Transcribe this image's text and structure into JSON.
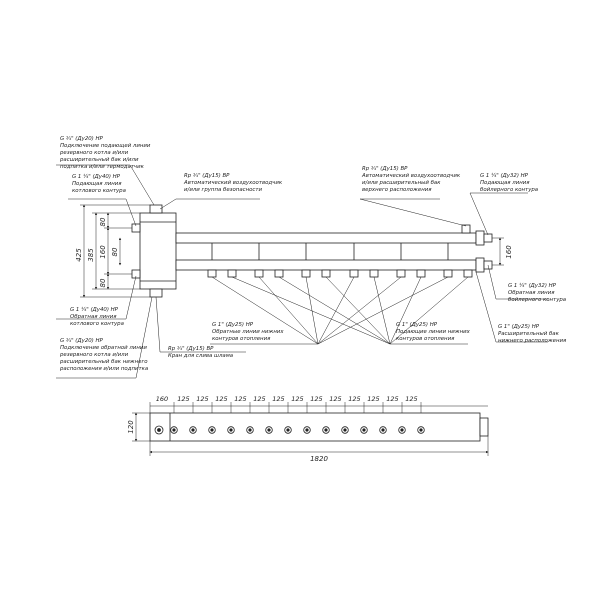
{
  "colors": {
    "ink": "#222222",
    "paper": "#ffffff"
  },
  "labels": {
    "l1": [
      "G ¾\" (Ду20) НР",
      "Подключение подающей линии",
      "резервного котла и/или",
      "расширительный бак и/или",
      "подпитка и/или термодатчик"
    ],
    "l2": [
      "G 1 ¼\" (Ду40) НР",
      "Подающая линия",
      "котлового контура"
    ],
    "l3": [
      "Rp ¾\" (Ду15) ВР",
      "Автоматический воздухоотводчик",
      "и/или группа безопасности"
    ],
    "l4": [
      "Rp ¾\" (Ду15) ВР",
      "Автоматический воздухоотводчик",
      "и/или расширительный бак",
      "верхнего расположения"
    ],
    "l5": [
      "G 1 ¼\" (Ду32) НР",
      "Подающая линия",
      "бойлерного контура"
    ],
    "l6": [
      "G 1 ¼\" (Ду40) НР",
      "Обратная линия",
      "котлового контура"
    ],
    "l7": [
      "G ¾\" (Ду20) НР",
      "Подключение обратной линии",
      "резервного котла и/или",
      "расширительный бак нижнего",
      "расположения и/или подпитка"
    ],
    "l8": [
      "Rp ¾\" (Ду15) ВР",
      "Кран для слива шлама"
    ],
    "l9": [
      "G 1\" (Ду25) НР",
      "Обратные линии нижних",
      "контуров отопления"
    ],
    "l10": [
      "G 1\" (Ду25) НР",
      "Подающие линии нижних",
      "контуров отопления"
    ],
    "l11": [
      "G 1 ¼\" (Ду32) НР",
      "Обратная линия",
      "бойлерного контура"
    ],
    "l12": [
      "G 1\" (Ду25) НР",
      "Расширительный бак",
      "нижнего расположения"
    ]
  },
  "dims": {
    "d425": "425",
    "d385": "385",
    "d80a": "80",
    "d160a": "160",
    "d80b": "80",
    "d80c": "80",
    "d160r": "160",
    "top_dims": [
      "160",
      "125",
      "125",
      "125",
      "125",
      "125",
      "125",
      "125",
      "125",
      "125",
      "125",
      "125",
      "125",
      "125"
    ],
    "d120": "120",
    "d1820": "1820"
  }
}
